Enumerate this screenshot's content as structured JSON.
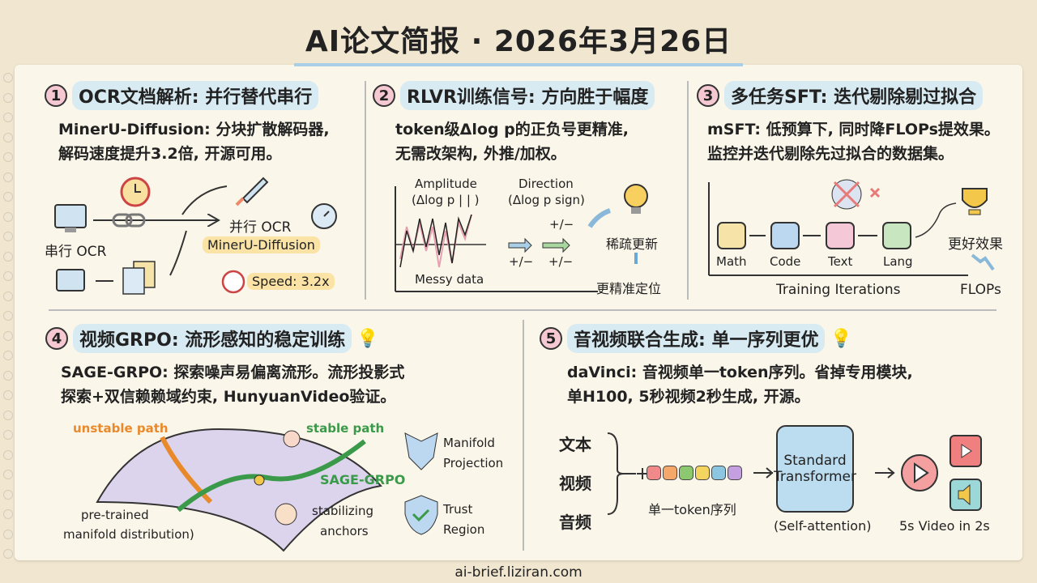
{
  "title": "AI论文简报 · 2026年3月26日",
  "footer": "ai-brief.liziran.com",
  "colors": {
    "background": "#f1e6cf",
    "paper": "#fbf6ea",
    "heading_bg": "#d8ebf2",
    "number_bg": "#f5c8d2",
    "highlight": "#fbe3a6",
    "stable": "#3a9a4a",
    "unstable": "#e88a2c"
  },
  "panels": [
    {
      "num": "1",
      "heading": "OCR文档解析: 并行替代串行",
      "body": [
        "MinerU-Diffusion: 分块扩散解码器,",
        "解码速度提升3.2倍, 开源可用。"
      ],
      "labels": {
        "serial": "串行 OCR",
        "parallel": "并行 OCR",
        "method": "MinerU-Diffusion",
        "speed": "Speed: 3.2x"
      },
      "icons": [
        "monitor-icon",
        "chain-icon",
        "clock-icon",
        "documents-icon",
        "rocket-icon",
        "stopwatch-icon"
      ]
    },
    {
      "num": "2",
      "heading": "RLVR训练信号: 方向胜于幅度",
      "body": [
        "token级Δlog p的正负号更精准,",
        "无需改架构, 外推/加权。"
      ],
      "labels": {
        "amplitude": "Amplitude",
        "amplitude_sub": "(Δlog p | | )",
        "direction": "Direction",
        "direction_sub": "(Δlog p sign)",
        "sign": "+/−",
        "messy": "Messy data",
        "sparse": "稀疏更新",
        "precise": "更精准定位"
      },
      "icons": [
        "lightbulb-icon",
        "arrow-icon"
      ]
    },
    {
      "num": "3",
      "heading": "多任务SFT: 迭代剔除剔过拟合",
      "body": [
        "mSFT: 低预算下, 同时降FLOPs提效果。",
        "监控并迭代剔除先过拟合的数据集。"
      ],
      "labels": {
        "tasks": [
          "Math",
          "Code",
          "Text",
          "Lang"
        ],
        "x_axis": "Training Iterations",
        "better": "更好效果",
        "flops": "FLOPs"
      },
      "icons": [
        "math-icon",
        "code-icon",
        "text-icon",
        "chat-icon",
        "ghost-icon",
        "trophy-icon"
      ]
    },
    {
      "num": "4",
      "heading": "视频GRPO: 流形感知的稳定训练",
      "body": [
        "SAGE-GRPO: 探索噪声易偏离流形。流形投影式",
        "探索+双信赖赖域约束, HunyuanVideo验证。"
      ],
      "labels": {
        "unstable": "unstable path",
        "stable": "stable path",
        "method": "SAGE-GRPO",
        "manifold": "pre-trained",
        "manifold2": "manifold distribution)",
        "anchors": "stabilizing",
        "anchors2": "anchors",
        "projection": "Manifold",
        "projection2": "Projection",
        "trust": "Trust",
        "trust2": "Region"
      },
      "icons": [
        "manifold-icon",
        "shield-icon",
        "lightbulb-icon"
      ]
    },
    {
      "num": "5",
      "heading": "音视频联合生成: 单一序列更优",
      "body": [
        "daVinci: 音视频单一token序列。省掉专用模块,",
        "单H100, 5秒视频2秒生成, 开源。"
      ],
      "labels": {
        "inputs": [
          "文本",
          "视频",
          "音频"
        ],
        "sequence": "单一token序列",
        "model": "Standard",
        "model2": "Transformer",
        "attn": "(Self-attention)",
        "output": "5s Video in 2s"
      },
      "token_colors": [
        "#f08a8a",
        "#f5a86a",
        "#8cc870",
        "#f3d45e",
        "#8cc6e0",
        "#c4a0e0"
      ],
      "icons": [
        "play-icon",
        "video-icon",
        "speaker-icon"
      ]
    }
  ]
}
